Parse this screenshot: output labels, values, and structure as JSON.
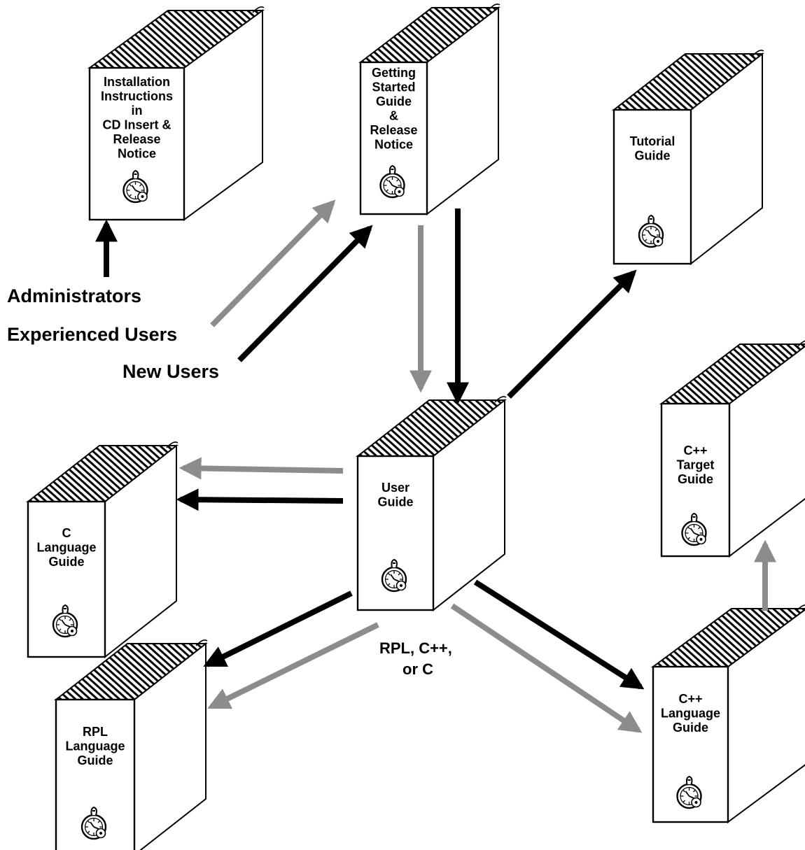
{
  "books": [
    {
      "id": "installation",
      "lines": [
        "Installation",
        "Instructions",
        "in",
        "CD Insert &",
        "Release",
        "Notice"
      ]
    },
    {
      "id": "getting-started",
      "lines": [
        "Getting",
        "Started",
        "Guide",
        "&",
        "Release",
        "Notice"
      ]
    },
    {
      "id": "tutorial",
      "lines": [
        "Tutorial",
        "Guide"
      ]
    },
    {
      "id": "user-guide",
      "lines": [
        "User",
        "Guide"
      ]
    },
    {
      "id": "cpp-target",
      "lines": [
        "C++",
        "Target",
        "Guide"
      ]
    },
    {
      "id": "c-language",
      "lines": [
        "C",
        "Language",
        "Guide"
      ]
    },
    {
      "id": "rpl-language",
      "lines": [
        "RPL",
        "Language",
        "Guide"
      ]
    },
    {
      "id": "cpp-language",
      "lines": [
        "C++",
        "Language",
        "Guide"
      ]
    }
  ],
  "readers": {
    "administrators": "Administrators",
    "experienced": "Experienced Users",
    "new": "New Users"
  },
  "note_lines": [
    "RPL, C++,",
    "or C"
  ],
  "colors": {
    "black_arrow": "#000000",
    "gray_arrow": "#8c8c8c",
    "ink": "#000000",
    "paper": "#ffffff"
  },
  "icon": "clock-gear-emblem-icon"
}
